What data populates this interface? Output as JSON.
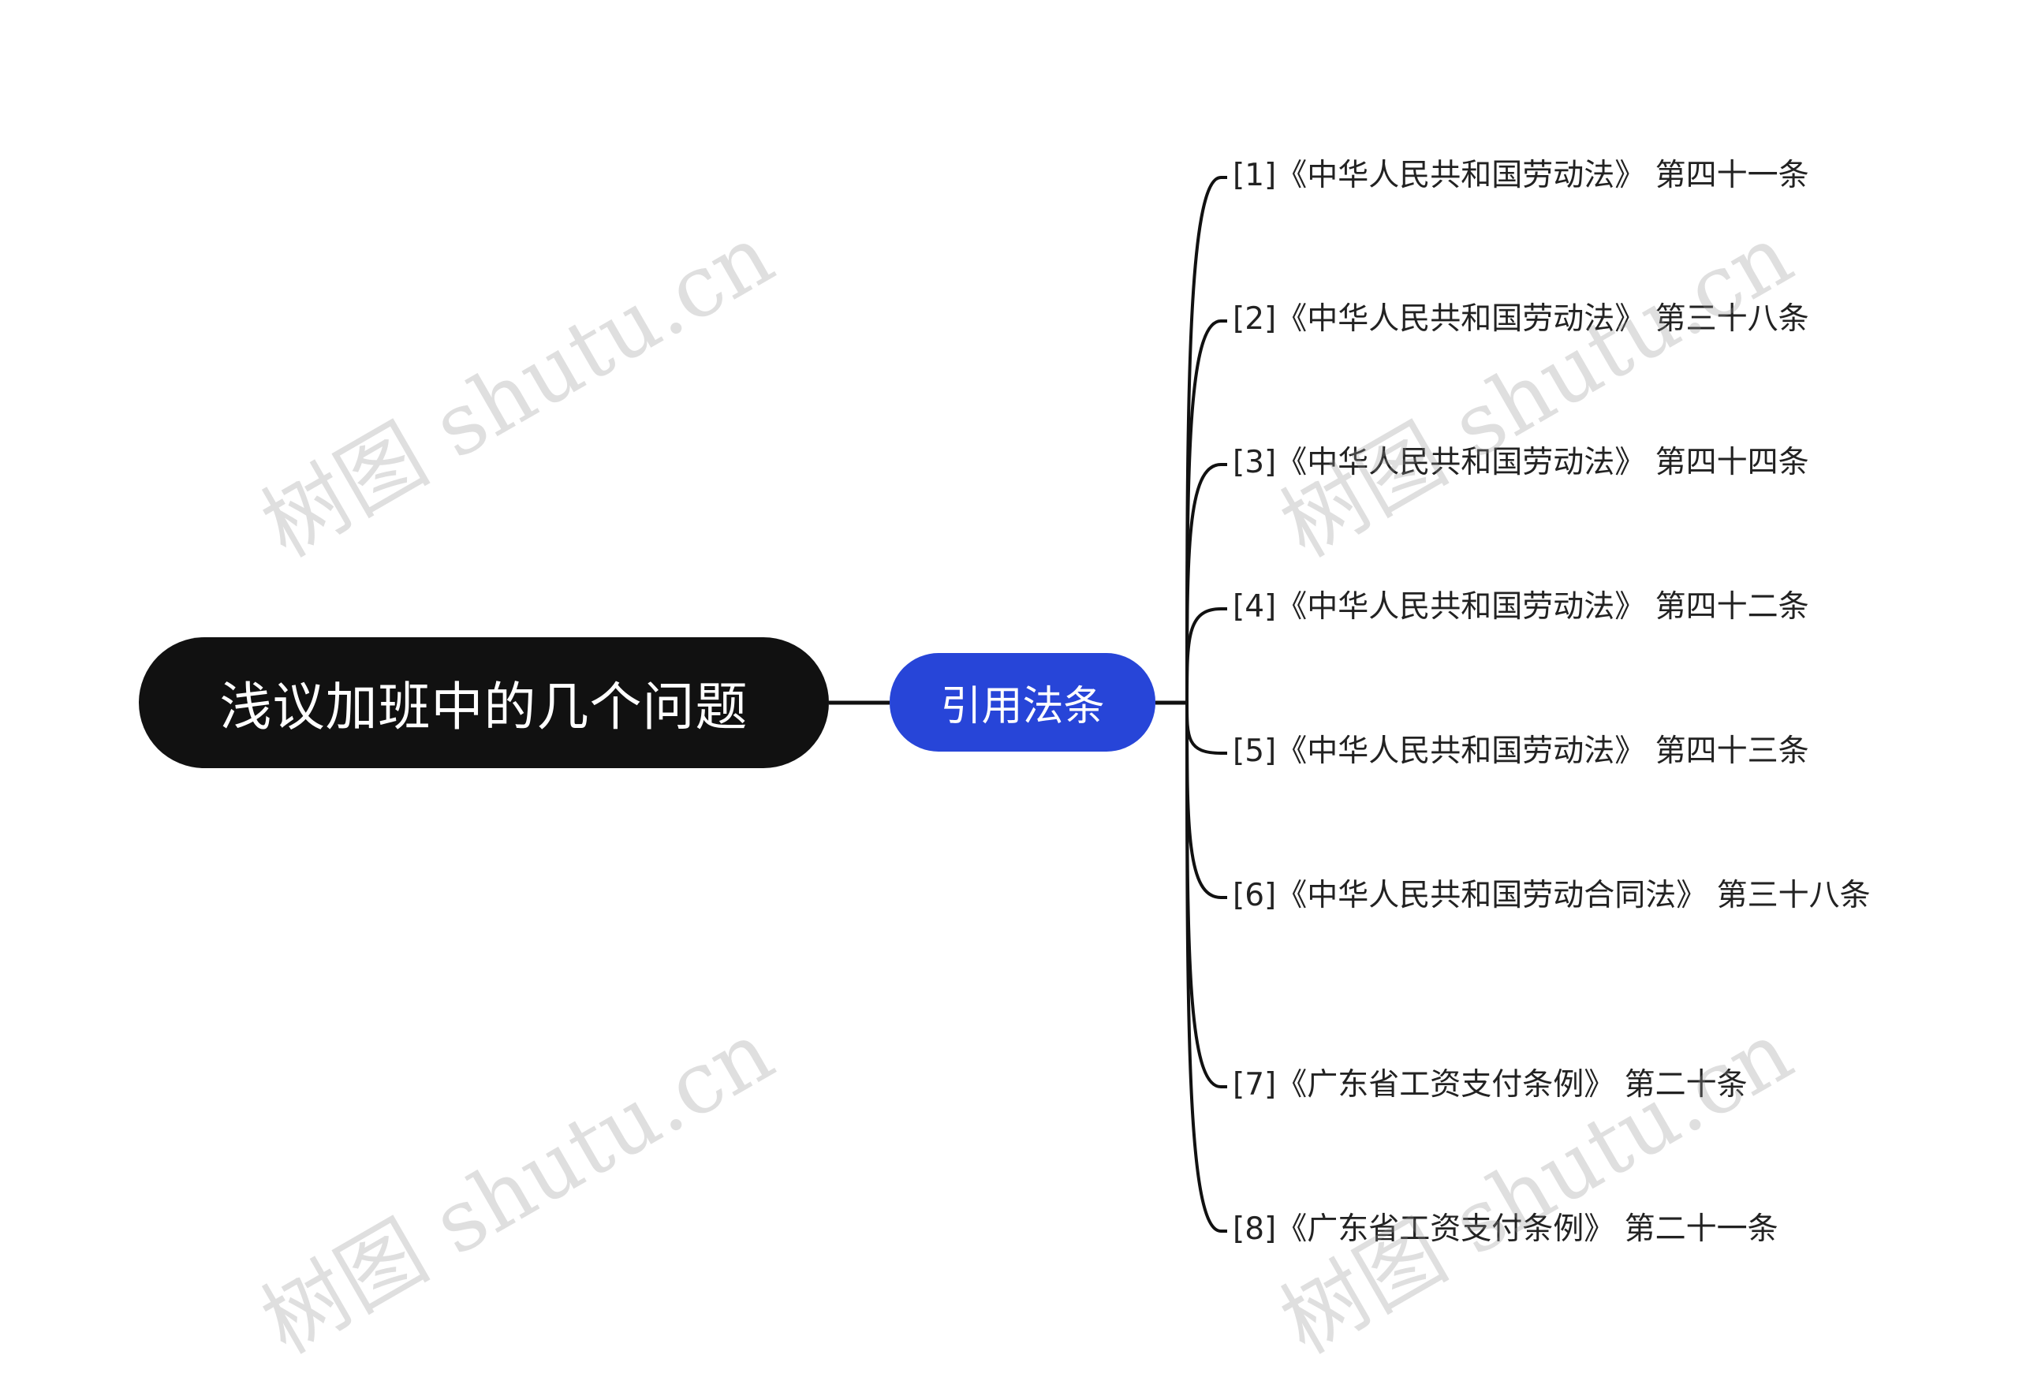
{
  "mindmap": {
    "root": {
      "label": "浅议加班中的几个问题"
    },
    "branch": {
      "label": "引用法条"
    },
    "leaves": [
      {
        "label": "[1]《中华人民共和国劳动法》 第四十一条"
      },
      {
        "label": "[2]《中华人民共和国劳动法》 第三十八条"
      },
      {
        "label": "[3]《中华人民共和国劳动法》 第四十四条"
      },
      {
        "label": "[4]《中华人民共和国劳动法》 第四十二条"
      },
      {
        "label": "[5]《中华人民共和国劳动法》 第四十三条"
      },
      {
        "label": "[6]《中华人民共和国劳动合同法》 第三十八条"
      },
      {
        "label": "[7]《广东省工资支付条例》 第二十条"
      },
      {
        "label": "[8]《广东省工资支付条例》 第二十一条"
      }
    ]
  },
  "watermark": {
    "text": "树图 shutu.cn"
  },
  "colors": {
    "root_bg": "#111111",
    "branch_bg": "#2745d8",
    "line": "#111111",
    "leaf_text": "#222222"
  }
}
